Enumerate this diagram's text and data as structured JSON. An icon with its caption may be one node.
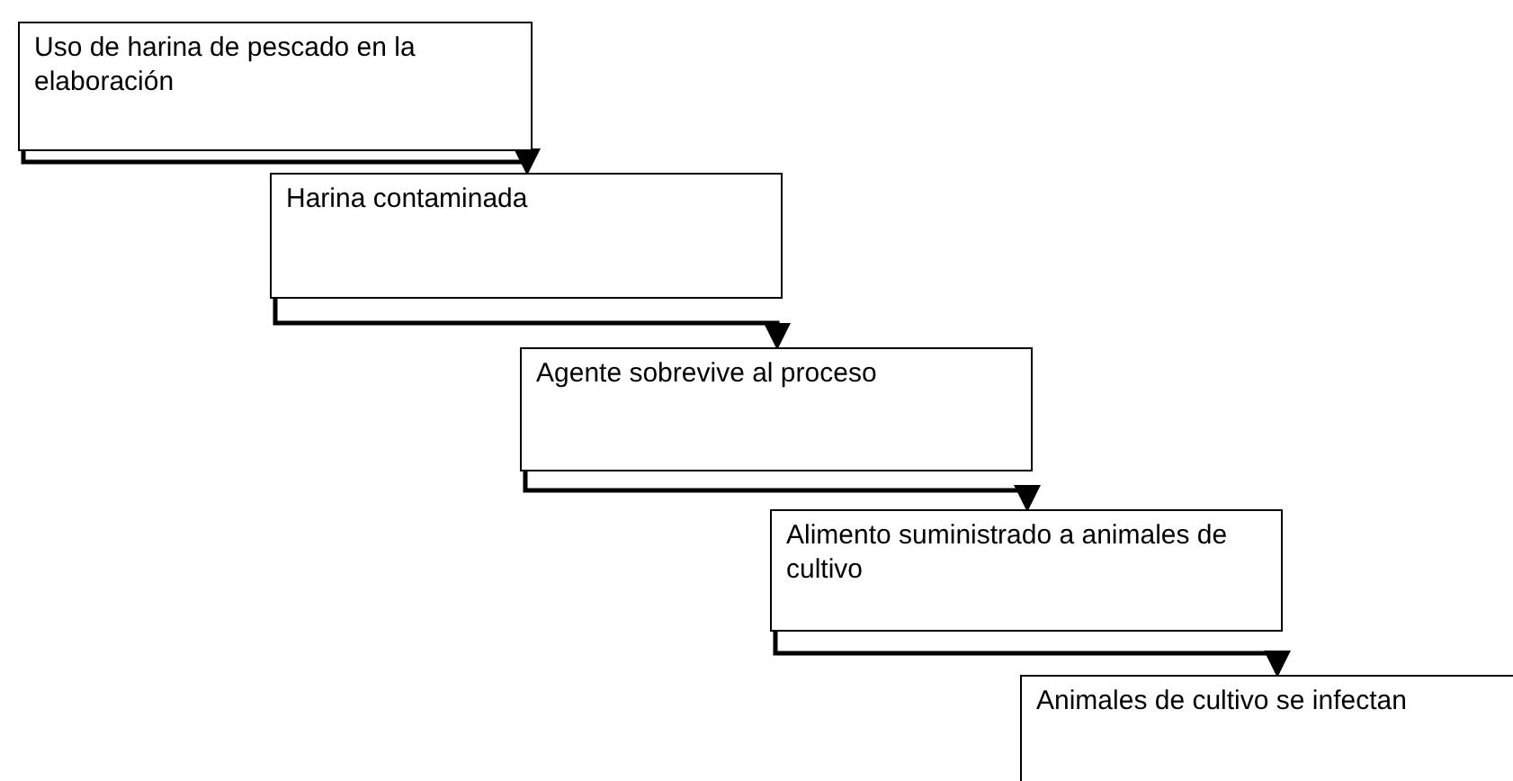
{
  "diagram": {
    "nodes": [
      {
        "text": [
          "Uso de harina de pescado en la elaboración"
        ]
      },
      {
        "text": [
          "Harina contaminada"
        ]
      },
      {
        "text": [
          "Agente sobrevive al proceso"
        ]
      },
      {
        "text": [
          "Alimento suministrado a animales de cultivo"
        ]
      },
      {
        "text": [
          "Animales de cultivo se infectan"
        ]
      }
    ],
    "edges": [
      {
        "from": 0,
        "to": 1,
        "arrow": "to"
      },
      {
        "from": 1,
        "to": 2,
        "arrow": "to"
      },
      {
        "from": 2,
        "to": 3,
        "arrow": "to"
      },
      {
        "from": 3,
        "to": 4,
        "arrow": "to"
      }
    ]
  }
}
